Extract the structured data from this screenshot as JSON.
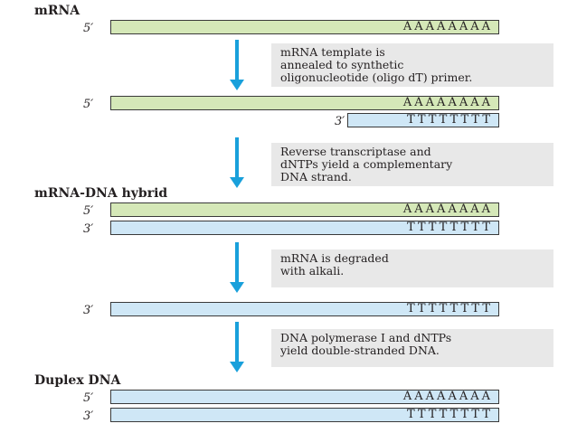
{
  "steps": [
    {
      "heading": "mRNA"
    },
    {
      "note_lines": [
        "mRNA template is",
        "annealed to synthetic",
        "oligonucleotide (oligo dT) primer."
      ]
    },
    {
      "note_lines": [
        "Reverse transcriptase and",
        "dNTPs yield a complementary",
        "DNA strand."
      ]
    },
    {
      "heading": "mRNA-DNA hybrid"
    },
    {
      "note_lines": [
        "mRNA is degraded",
        "with alkali."
      ]
    },
    {
      "note_lines": [
        "DNA polymerase I and dNTPs",
        "yield double-stranded DNA."
      ]
    },
    {
      "heading": "Duplex DNA"
    }
  ],
  "strands": {
    "mrna_label": "5′",
    "mrna_seq": "AAAAAAAA",
    "primer_label": "3′",
    "primer_seq": "TTTTTTTT"
  },
  "colors": {
    "rna": "#d5e8b8",
    "dna": "#cfe7f6",
    "arrow": "#19a0db",
    "note_bg": "#e8e8e8"
  }
}
